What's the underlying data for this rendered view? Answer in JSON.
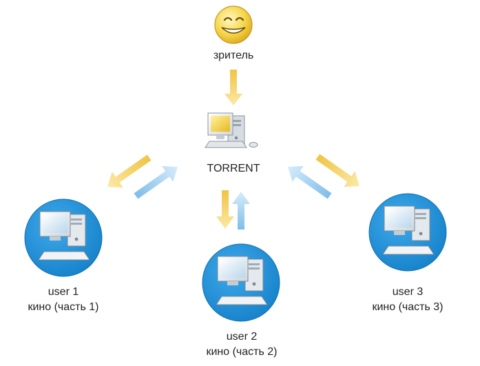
{
  "viewer": {
    "label": "зритель",
    "icon": "smiley-face-icon"
  },
  "server": {
    "label": "TORRENT",
    "icon": "desktop-computer-icon"
  },
  "users": [
    {
      "name": "user 1",
      "content": "кино (часть 1)",
      "icon": "computer-in-blue-circle-icon"
    },
    {
      "name": "user 2",
      "content": "кино (часть 2)",
      "icon": "computer-in-blue-circle-icon"
    },
    {
      "name": "user 3",
      "content": "кино (часть 3)",
      "icon": "computer-in-blue-circle-icon"
    }
  ],
  "colors": {
    "download_arrow": "#f2cc5a",
    "upload_arrow": "#8cc6ee",
    "user_circle": "#1d8fd8",
    "screen": "#f0d040"
  }
}
